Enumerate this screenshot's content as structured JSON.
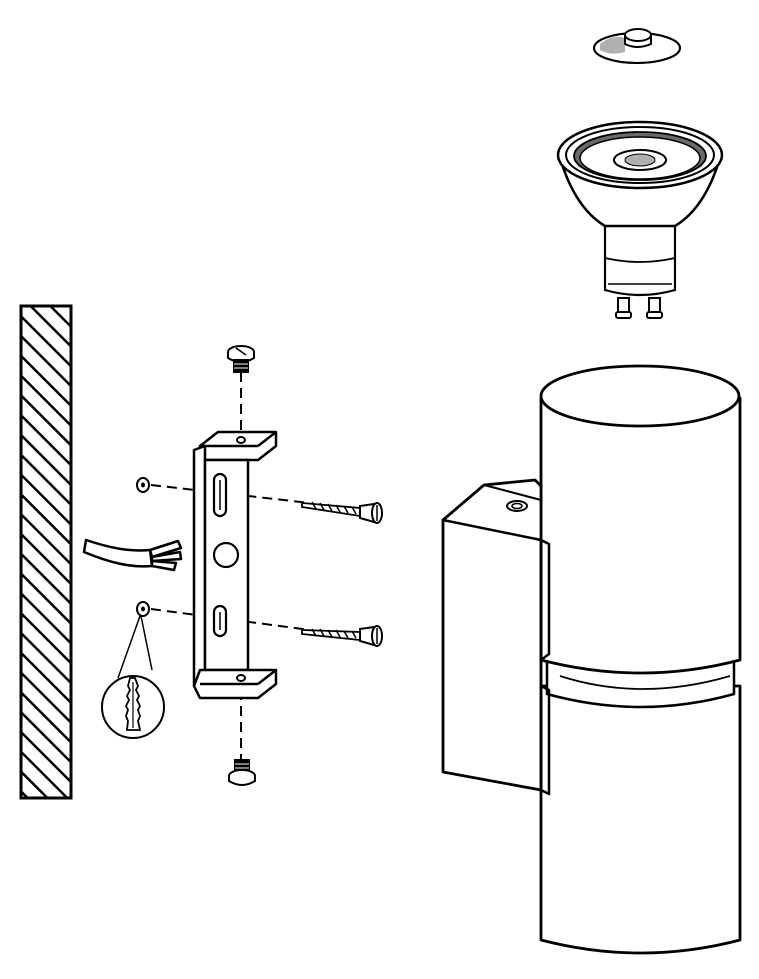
{
  "figure": {
    "kind": "exploded-assembly-diagram",
    "style": "black line art on white",
    "colors": {
      "line": "#000000",
      "background": "#ffffff",
      "light_shade": "#b0b0b0",
      "mid_shade": "#6a6a6a"
    }
  },
  "parts": [
    {
      "id": "wall",
      "icon": "hatched-wall-section"
    },
    {
      "id": "cable",
      "icon": "power-cable-with-three-wires"
    },
    {
      "id": "wall-plug-detail",
      "icon": "magnified-wall-plug-callout"
    },
    {
      "id": "wall-plug-upper",
      "icon": "wall-plug-ring"
    },
    {
      "id": "wall-plug-lower",
      "icon": "wall-plug-ring"
    },
    {
      "id": "mounting-bracket",
      "icon": "u-shaped-mounting-bracket"
    },
    {
      "id": "bracket-screw-top",
      "icon": "hex-grub-screw"
    },
    {
      "id": "bracket-screw-bottom",
      "icon": "hex-grub-screw"
    },
    {
      "id": "wall-screw-upper",
      "icon": "wood-screw"
    },
    {
      "id": "wall-screw-lower",
      "icon": "wood-screw"
    },
    {
      "id": "lamp-housing",
      "icon": "double-cylinder-wall-lamp"
    },
    {
      "id": "gu10-bulb",
      "icon": "gu10-led-reflector-bulb"
    },
    {
      "id": "diffuser-glass",
      "icon": "lens-cap-disc"
    }
  ]
}
